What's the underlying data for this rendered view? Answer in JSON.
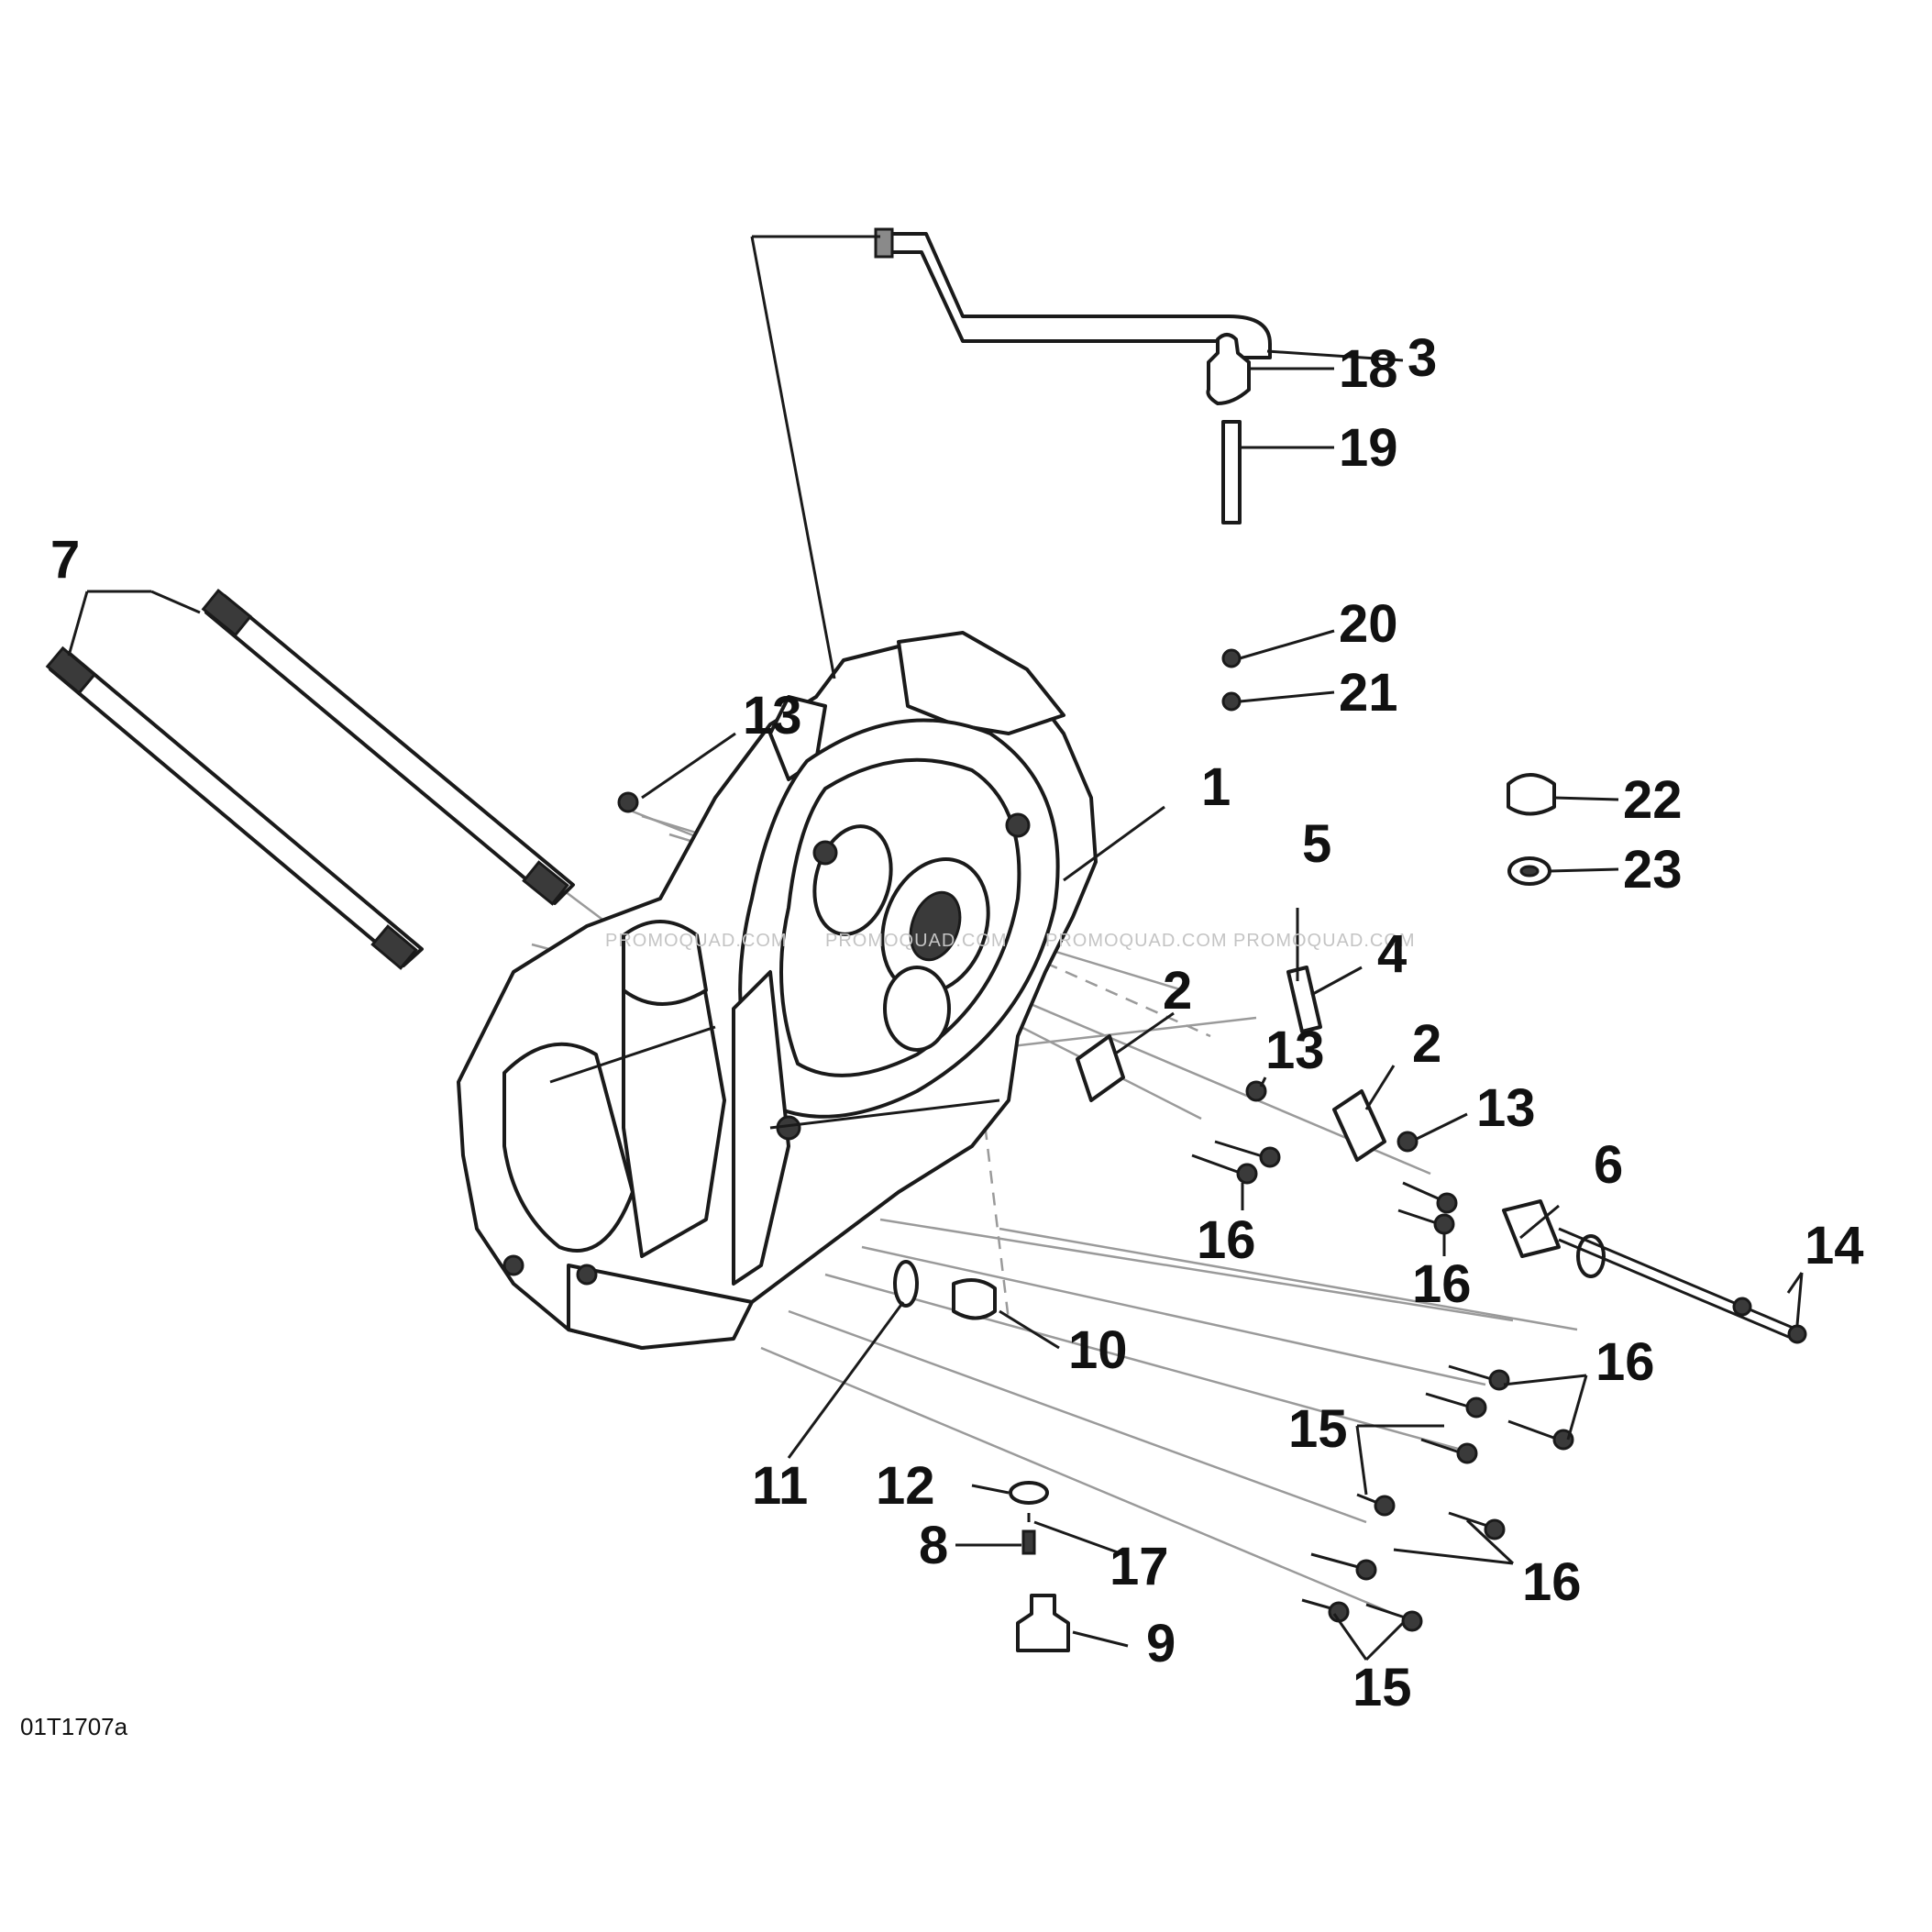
{
  "diagram": {
    "drawing_code": "01T1707a",
    "watermark": "PROMOQUAD.COM",
    "callouts": {
      "c1": "1",
      "c2a": "2",
      "c2b": "2",
      "c3": "3",
      "c4": "4",
      "c5": "5",
      "c6": "6",
      "c7": "7",
      "c8": "8",
      "c9": "9",
      "c10": "10",
      "c11": "11",
      "c12": "12",
      "c13a": "13",
      "c13b": "13",
      "c13c": "13",
      "c14": "14",
      "c15a": "15",
      "c15b": "15",
      "c16a": "16",
      "c16b": "16",
      "c16c": "16",
      "c16d": "16",
      "c17": "17",
      "c18": "18",
      "c19": "19",
      "c20": "20",
      "c21": "21",
      "c22": "22",
      "c23": "23"
    }
  }
}
